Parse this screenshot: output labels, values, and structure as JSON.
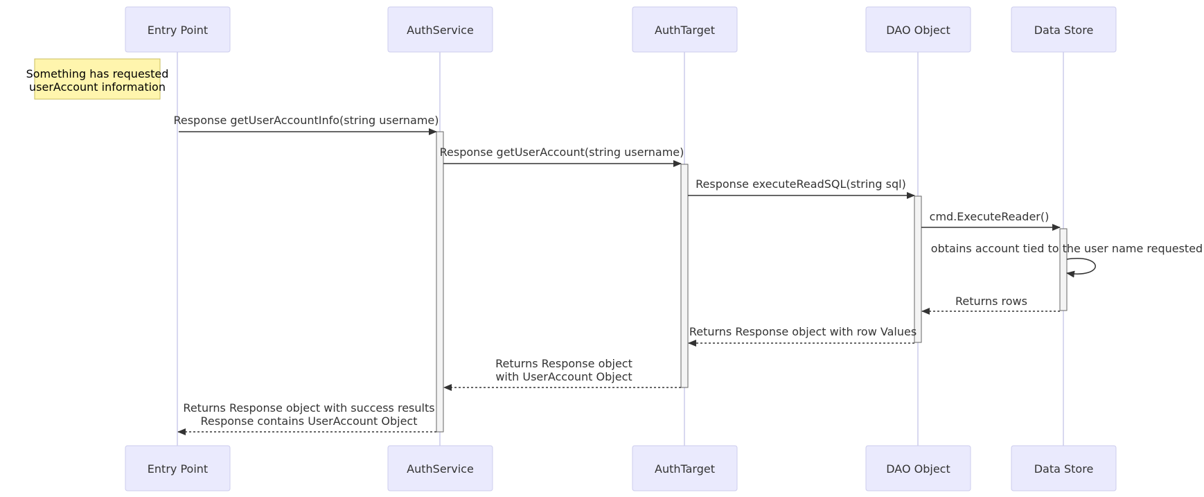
{
  "diagram": {
    "type": "sequence",
    "participants": [
      {
        "id": "entry",
        "label": "Entry Point"
      },
      {
        "id": "auth",
        "label": "AuthService"
      },
      {
        "id": "target",
        "label": "AuthTarget"
      },
      {
        "id": "dao",
        "label": "DAO Object"
      },
      {
        "id": "store",
        "label": "Data Store"
      }
    ],
    "note": {
      "over": "entry",
      "placement": "left of",
      "lines": [
        "Something has requested",
        "userAccount information"
      ]
    },
    "messages": [
      {
        "from": "entry",
        "to": "auth",
        "style": "solid",
        "lines": [
          "Response getUserAccountInfo(string username)"
        ]
      },
      {
        "from": "auth",
        "to": "target",
        "style": "solid",
        "lines": [
          "Response getUserAccount(string username)"
        ]
      },
      {
        "from": "target",
        "to": "dao",
        "style": "solid",
        "lines": [
          "Response executeReadSQL(string sql)"
        ]
      },
      {
        "from": "dao",
        "to": "store",
        "style": "solid",
        "lines": [
          "cmd.ExecuteReader()"
        ]
      },
      {
        "from": "store",
        "to": "store",
        "style": "solid",
        "lines": [
          "obtains account tied to the user name requested"
        ]
      },
      {
        "from": "store",
        "to": "dao",
        "style": "dashed",
        "lines": [
          "Returns rows"
        ]
      },
      {
        "from": "dao",
        "to": "target",
        "style": "dashed",
        "lines": [
          "Returns Response object with row Values"
        ]
      },
      {
        "from": "target",
        "to": "auth",
        "style": "dashed",
        "lines": [
          "Returns Response object",
          "with UserAccount Object"
        ]
      },
      {
        "from": "auth",
        "to": "entry",
        "style": "dashed",
        "lines": [
          "Returns Response object with success results",
          "Response contains UserAccount Object"
        ]
      }
    ],
    "colors": {
      "actor_fill": "#eaeafd",
      "actor_stroke": "#cccced",
      "lifeline": "#ccccec",
      "note_fill": "#fff5ad",
      "note_stroke": "#c8bd5d",
      "activation_fill": "#f4f4f4",
      "activation_stroke": "#666666",
      "message": "#333333"
    }
  }
}
